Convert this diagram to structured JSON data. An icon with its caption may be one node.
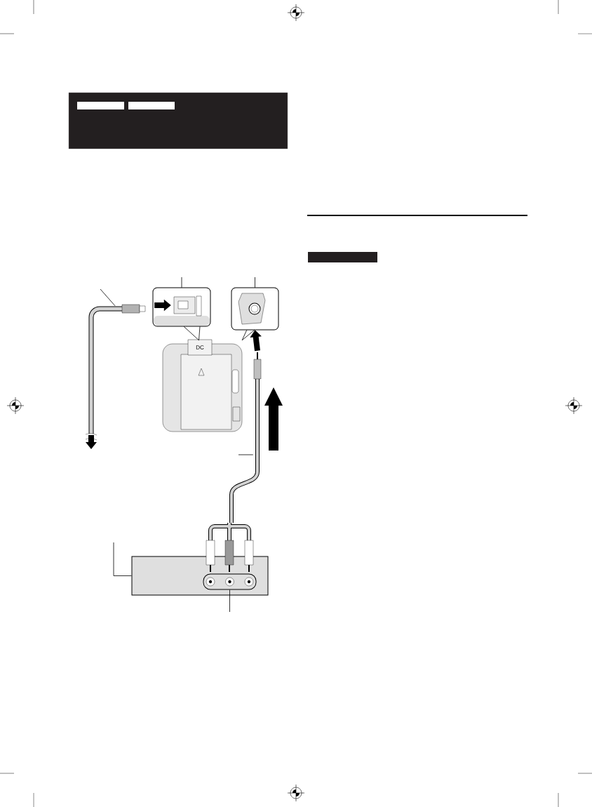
{
  "diagram": {
    "nodes": [
      {
        "text": [],
        "shape": "cable"
      },
      {
        "text": [],
        "shape": "picture"
      },
      {
        "text": [],
        "shape": "picture"
      },
      {
        "text": [],
        "shape": "picture"
      },
      {
        "text": [],
        "shape": "cable"
      },
      {
        "text": [],
        "shape": "box"
      },
      {
        "text": [],
        "shape": "box",
        "in": 5
      },
      {
        "text": [],
        "shape": "bar"
      },
      {
        "text": [],
        "shape": "bar"
      }
    ],
    "edges": [
      {
        "from": null,
        "to": 0,
        "arrow": "none"
      },
      {
        "from": null,
        "to": 1,
        "arrow": "none"
      },
      {
        "from": null,
        "to": 2,
        "arrow": "none"
      },
      {
        "from": null,
        "to": 4,
        "arrow": "none"
      },
      {
        "from": null,
        "to": 5,
        "arrow": "none"
      },
      {
        "from": null,
        "to": 6,
        "arrow": "none"
      },
      {
        "from": 0,
        "to": 1,
        "arrow": "to",
        "style": "thick"
      },
      {
        "from": 4,
        "to": 2,
        "arrow": "to",
        "style": "thick"
      },
      {
        "from": 3,
        "to": 1,
        "arrow": "none"
      },
      {
        "from": 3,
        "to": 2,
        "arrow": "none"
      }
    ],
    "labels": [
      "DC"
    ]
  }
}
